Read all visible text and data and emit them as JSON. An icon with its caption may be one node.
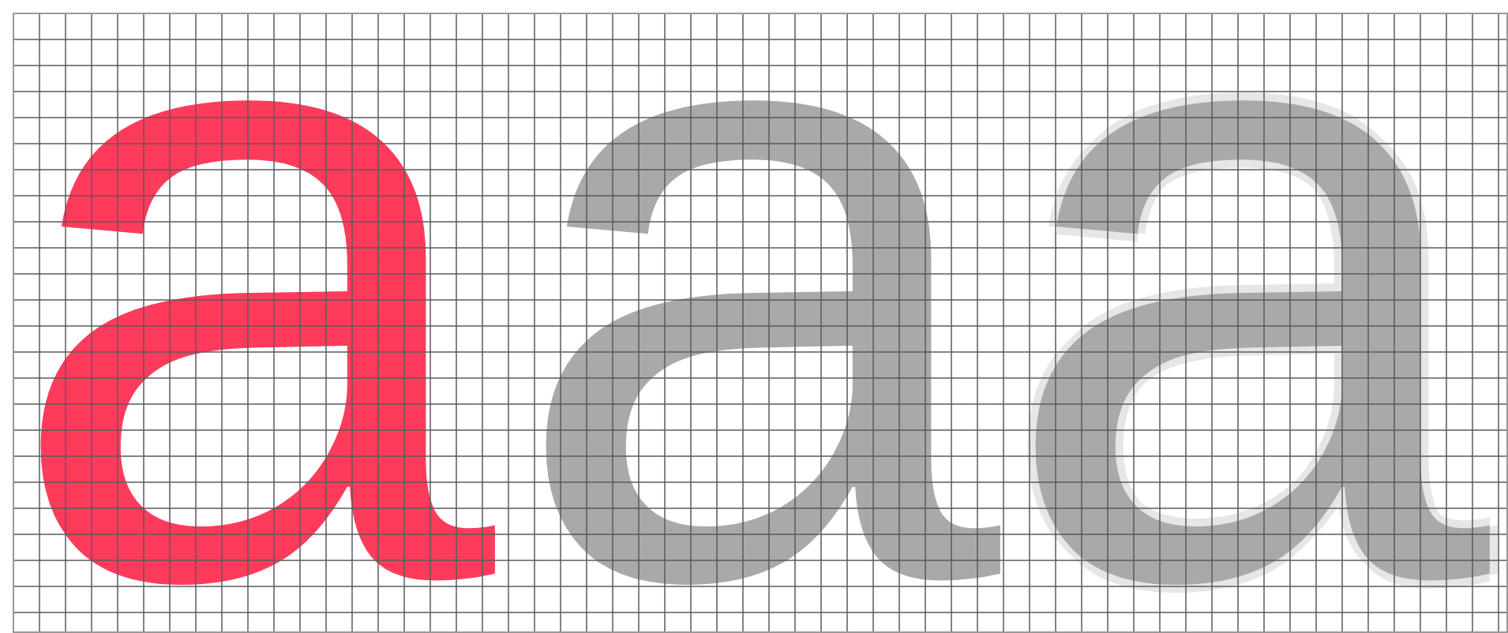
{
  "diagram": {
    "labels": [
      "a",
      "a",
      "a"
    ]
  }
}
